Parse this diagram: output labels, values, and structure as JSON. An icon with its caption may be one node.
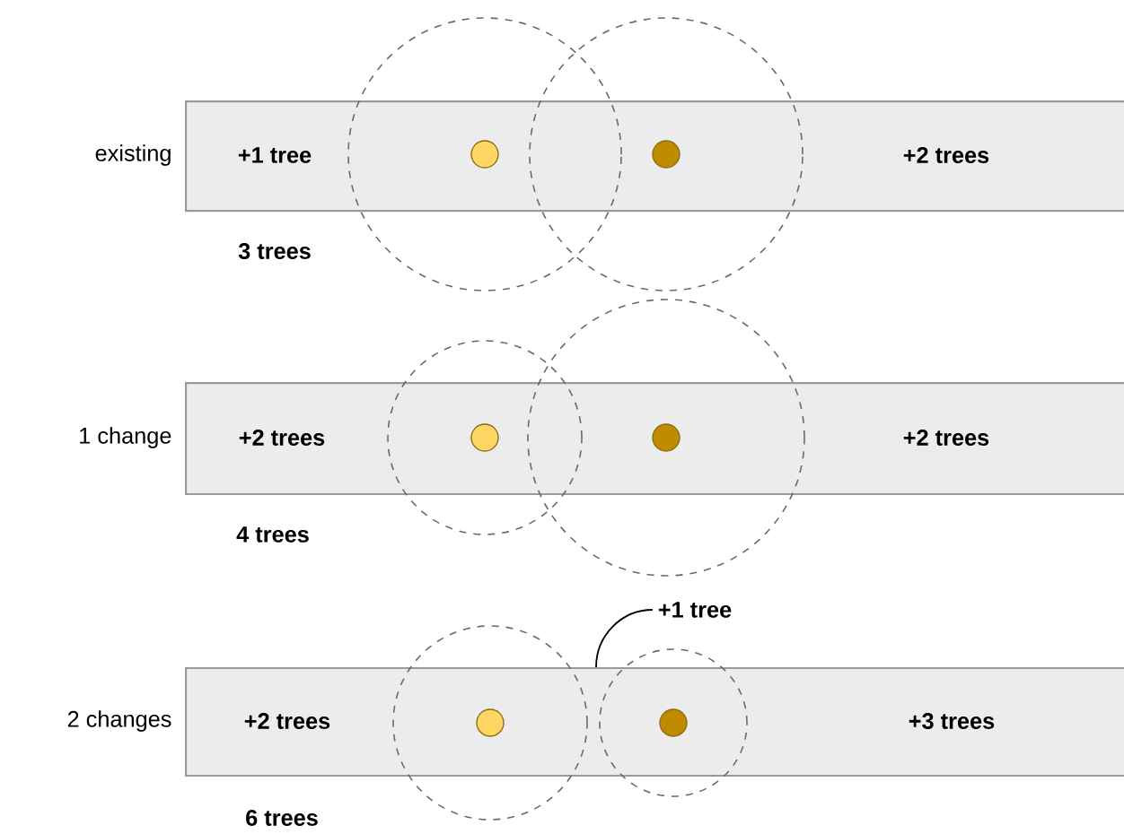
{
  "diagram": {
    "nodes": [
      {
        "text": [
          "+1 tree",
          "+2 trees"
        ],
        "beside": [
          "existing",
          "3 trees"
        ]
      },
      {
        "text": [],
        "shape": "circle"
      },
      {
        "text": [],
        "shape": "circle"
      },
      {
        "text": [],
        "shape": "circle"
      },
      {
        "text": [],
        "shape": "circle"
      },
      {
        "text": [
          "+2 trees",
          "+2 trees"
        ],
        "beside": [
          "1 change",
          "4 trees"
        ]
      },
      {
        "text": [],
        "shape": "circle"
      },
      {
        "text": [],
        "shape": "circle"
      },
      {
        "text": [],
        "shape": "circle"
      },
      {
        "text": [],
        "shape": "circle"
      },
      {
        "text": [
          "+2 trees",
          "+3 trees"
        ],
        "beside": [
          "2 changes",
          "6 trees"
        ]
      },
      {
        "text": [],
        "shape": "circle"
      },
      {
        "text": [],
        "shape": "circle"
      },
      {
        "text": [],
        "shape": "circle"
      },
      {
        "text": [],
        "shape": "circle"
      },
      {
        "text": [
          "+1 tree"
        ]
      }
    ],
    "edges": [
      {
        "from": 15,
        "to": 10,
        "arrow": "none"
      }
    ]
  }
}
